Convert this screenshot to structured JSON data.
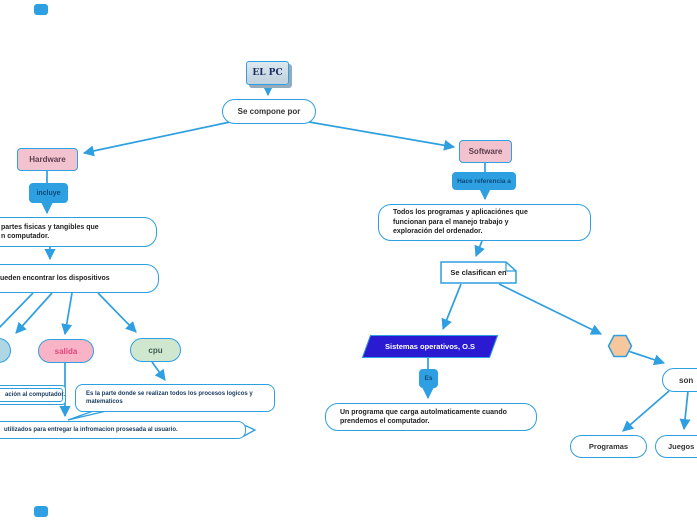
{
  "palette": {
    "line_blue": "#2E9FE0",
    "topic_pink": "#F2C3CF",
    "os_indigo": "#2A1AD2",
    "hex_peach": "#F6C79C",
    "pill_cyan": "#AED7E3",
    "pill_pink": "#F9B3C7",
    "pill_green": "#CFE6CF"
  },
  "nodes": {
    "root": {
      "label": "EL PC"
    },
    "compone": {
      "label": "Se compone por"
    },
    "hardware": {
      "label": "Hardware"
    },
    "incluye": {
      "label": "incluye"
    },
    "hw_def": {
      "text": "partes fisicas y tangibles que\nn computador."
    },
    "dispositivos": {
      "text": "ueden encontrar los dispositivos"
    },
    "salida": {
      "label": "salida"
    },
    "cpu": {
      "label": "cpu"
    },
    "entrada_def": {
      "text": "ación al computador."
    },
    "cpu_callout": {
      "text": "Es la parte donde se realizan todos los procesos logicos y\nmatematicos"
    },
    "salida_callout": {
      "text": "utilizados para entregar la infromacion prosesada al usuario."
    },
    "software": {
      "label": "Software"
    },
    "hace_ref": {
      "label": "Hace referencia a"
    },
    "sw_def": {
      "text": "Todos los programas y aplicaciónes que\nfuncionan para el manejo trabajo y\nexploración del ordenador."
    },
    "clasifican": {
      "label": "Se clasifican en"
    },
    "os": {
      "label": "Sistemas operativos, O.S"
    },
    "es": {
      "label": "Es"
    },
    "os_def": {
      "text": "Un programa que carga autolmaticamente cuando\nprendemos el computador."
    },
    "son": {
      "label": "son"
    },
    "programas": {
      "label": "Programas"
    },
    "juegos": {
      "label": "Juegos"
    }
  }
}
